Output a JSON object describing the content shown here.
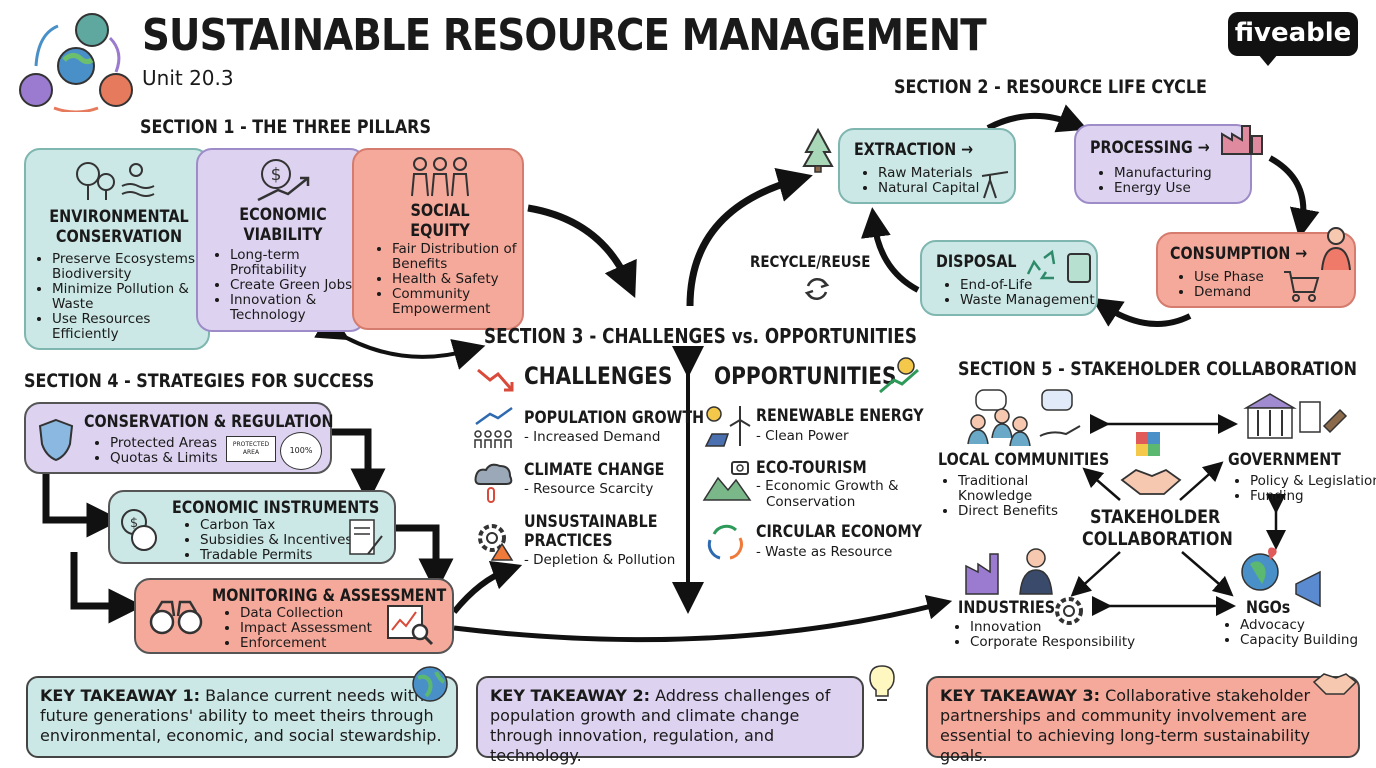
{
  "header": {
    "title": "SUSTAINABLE RESOURCE MANAGEMENT",
    "subtitle": "Unit 20.3",
    "logo": "fiveable"
  },
  "section1": {
    "title": "SECTION 1 - THE THREE PILLARS",
    "pillars": [
      {
        "title1": "ENVIRONMENTAL",
        "title2": "CONSERVATION",
        "items": [
          "Preserve Ecosystems & Biodiversity",
          "Minimize Pollution & Waste",
          "Use Resources Efficiently"
        ],
        "icon": "tree-sun-icon"
      },
      {
        "title1": "ECONOMIC",
        "title2": "VIABILITY",
        "items": [
          "Long-term Profitability",
          "Create Green Jobs",
          "Innovation & Technology"
        ],
        "icon": "dollar-growth-icon"
      },
      {
        "title1": "SOCIAL",
        "title2": "EQUITY",
        "items": [
          "Fair Distribution of Benefits",
          "Health & Safety",
          "Community Empowerment"
        ],
        "icon": "people-icon"
      }
    ]
  },
  "section2": {
    "title": "SECTION 2 - RESOURCE LIFE CYCLE",
    "recycle_label": "RECYCLE/REUSE",
    "stages": [
      {
        "title": "EXTRACTION →",
        "items": [
          "Raw Materials",
          "Natural Capital"
        ]
      },
      {
        "title": "PROCESSING →",
        "items": [
          "Manufacturing",
          "Energy Use"
        ]
      },
      {
        "title": "CONSUMPTION →",
        "items": [
          "Use Phase",
          "Demand"
        ]
      },
      {
        "title": "DISPOSAL",
        "items": [
          "End-of-Life",
          "Waste Management"
        ]
      }
    ]
  },
  "section3": {
    "title": "SECTION 3 - CHALLENGES vs. OPPORTUNITIES",
    "challenges_heading": "CHALLENGES",
    "opportunities_heading": "OPPORTUNITIES",
    "challenges": [
      {
        "title": "POPULATION GROWTH",
        "desc": "- Increased Demand"
      },
      {
        "title": "CLIMATE CHANGE",
        "desc": "- Resource Scarcity"
      },
      {
        "title1": "UNSUSTAINABLE",
        "title2": "PRACTICES",
        "desc": "- Depletion & Pollution"
      }
    ],
    "opportunities": [
      {
        "title": "RENEWABLE ENERGY",
        "desc": "- Clean Power"
      },
      {
        "title": "ECO-TOURISM",
        "desc1": "- Economic Growth &",
        "desc2": "Conservation"
      },
      {
        "title": "CIRCULAR ECONOMY",
        "desc": "- Waste as Resource"
      }
    ]
  },
  "section4": {
    "title": "SECTION 4 - STRATEGIES FOR SUCCESS",
    "strategies": [
      {
        "title": "CONSERVATION & REGULATION",
        "items": [
          "Protected Areas",
          "Quotas & Limits"
        ]
      },
      {
        "title": "ECONOMIC INSTRUMENTS",
        "items": [
          "Carbon Tax",
          "Subsidies & Incentives",
          "Tradable Permits"
        ]
      },
      {
        "title": "MONITORING & ASSESSMENT",
        "items": [
          "Data Collection",
          "Impact Assessment",
          "Enforcement"
        ]
      }
    ],
    "sign_text": "PROTECTED AREA",
    "gauge_text": "100%"
  },
  "section5": {
    "title": "SECTION 5 - STAKEHOLDER COLLABORATION",
    "center1": "STAKEHOLDER",
    "center2": "COLLABORATION",
    "local": {
      "title": "LOCAL COMMUNITIES",
      "items": [
        "Traditional Knowledge",
        "Direct Benefits"
      ]
    },
    "government": {
      "title": "GOVERNMENT",
      "items": [
        "Policy & Legislation",
        "Funding"
      ]
    },
    "industries": {
      "title": "INDUSTRIES",
      "items": [
        "Innovation",
        "Corporate Responsibility"
      ]
    },
    "ngos": {
      "title": "NGOs",
      "items": [
        "Advocacy",
        "Capacity Building"
      ]
    }
  },
  "takeaways": [
    {
      "label": "KEY TAKEAWAY 1:",
      "text": " Balance current needs with future generations' ability to meet theirs through environmental, economic, and social stewardship."
    },
    {
      "label": "KEY TAKEAWAY 2:",
      "text": " Address challenges of population growth and climate change through innovation, regulation, and technology."
    },
    {
      "label": "KEY TAKEAWAY 3:",
      "text": " Collaborative stakeholder partnerships and community involvement are essential to achieving long-term sustainability goals."
    }
  ],
  "colors": {
    "green": "#cbe8e6",
    "purple": "#ddd3f1",
    "salmon": "#f5a99b"
  }
}
